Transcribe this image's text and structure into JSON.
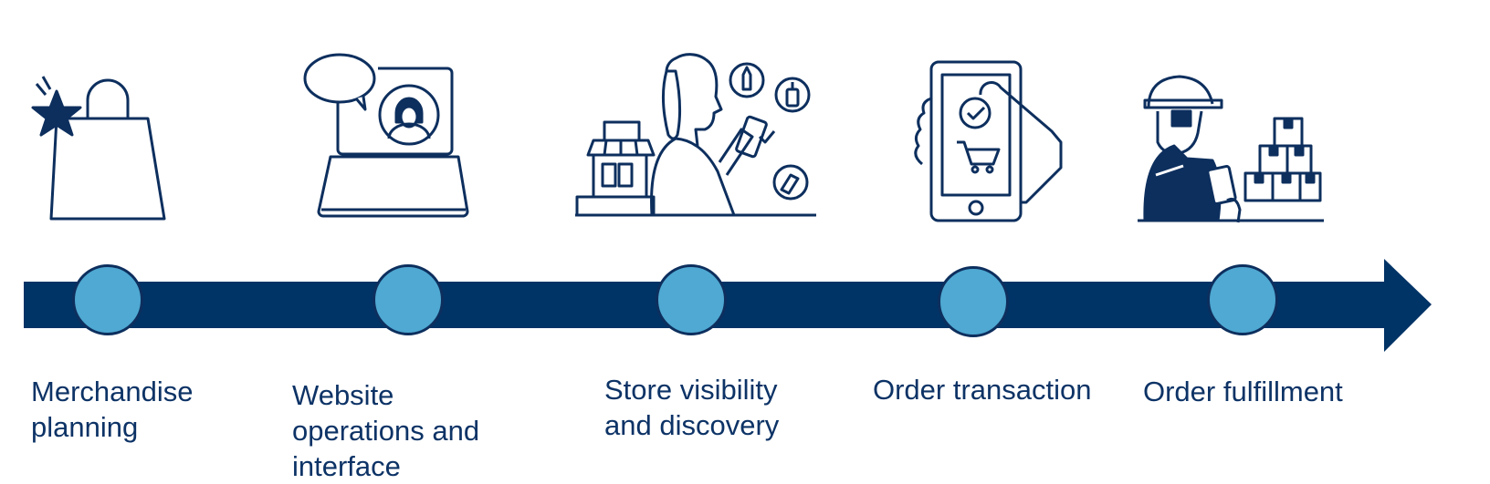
{
  "colors": {
    "navy": "#003366",
    "node_fill": "#4fa9d2",
    "background": "#ffffff"
  },
  "steps": [
    {
      "icon": "shopping-bag-star-icon",
      "label": "Merchandise planning"
    },
    {
      "icon": "laptop-video-chat-icon",
      "label": "Website operations and interface"
    },
    {
      "icon": "shopper-storefront-phone-icon",
      "label": "Store visibility and discovery"
    },
    {
      "icon": "phone-cart-checkout-icon",
      "label": "Order transaction"
    },
    {
      "icon": "worker-boxes-icon",
      "label": "Order fulfillment"
    }
  ]
}
